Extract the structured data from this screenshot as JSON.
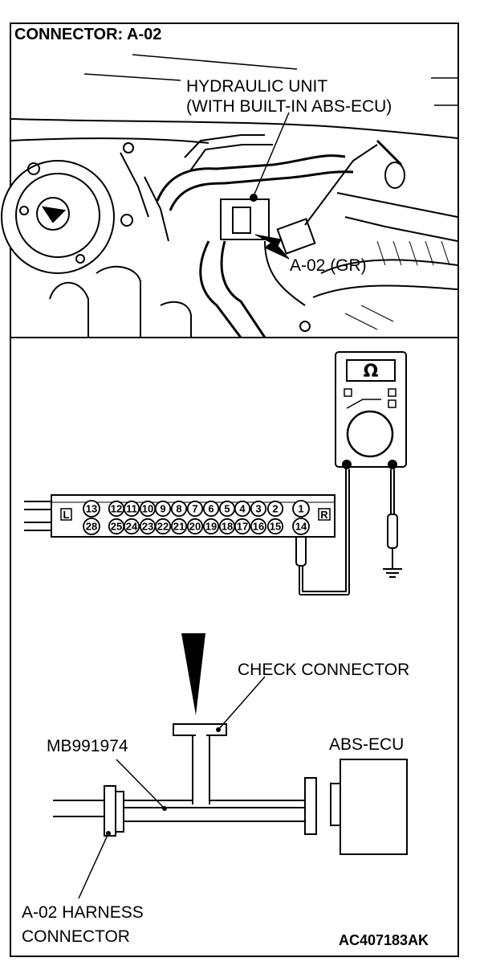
{
  "title": "CONNECTOR: A-02",
  "labels": {
    "hydraulic_unit_line1": "HYDRAULIC UNIT",
    "hydraulic_unit_line2": "(WITH BUILT-IN ABS-ECU)",
    "connector_ref": "A-02 (GR)",
    "check_connector": "CHECK CONNECTOR",
    "tool": "MB991974",
    "abs_ecu": "ABS-ECU",
    "harness_line1": "A-02 HARNESS",
    "harness_line2": "CONNECTOR",
    "figure_code": "AC407183AK"
  },
  "meter": {
    "symbol": "Ω"
  },
  "connector": {
    "left_mark": "L",
    "right_mark": "R",
    "top_row": [
      "13",
      "12",
      "11",
      "10",
      "9",
      "8",
      "7",
      "6",
      "5",
      "4",
      "3",
      "2",
      "1"
    ],
    "bottom_row": [
      "28",
      "25",
      "24",
      "23",
      "22",
      "21",
      "20",
      "19",
      "18",
      "17",
      "16",
      "15",
      "14"
    ],
    "probed_pin": "14"
  }
}
